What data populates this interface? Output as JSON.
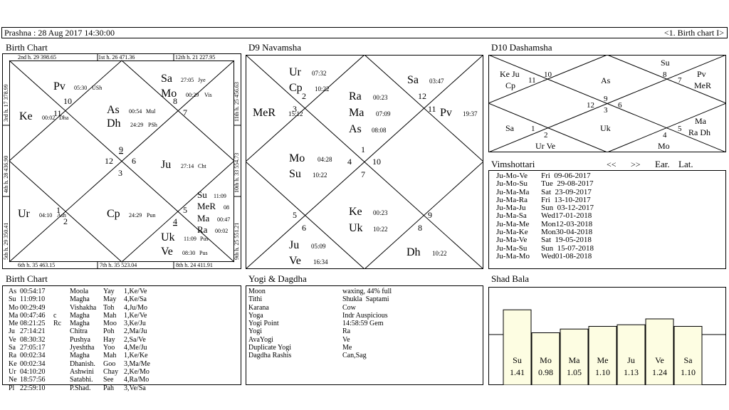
{
  "header": {
    "left": "Prashna :   28 Aug 2017  14:30:00",
    "right": "<1. Birth chart I>"
  },
  "panels": {
    "birth_chart": "Birth Chart",
    "d9": "D9 Navamsha",
    "d10": "D10 Dashamsha",
    "vimshottari": "Vimshottari",
    "birth_table": "Birth Chart",
    "yogi": "Yogi & Dagdha",
    "shadbala": "Shad Bala"
  },
  "vim_nav": {
    "prev": "<<",
    "next": ">>",
    "ear": "Ear.",
    "lat": "Lat."
  },
  "birth_chart": {
    "top": [
      "2nd h.  29  398.65",
      "1st h.  26  471.36",
      "12th h.  21  227.95"
    ],
    "bottom": [
      "6th h.  35  463.15",
      "7th h.  35  523.04",
      "8th h.  24  411.91"
    ],
    "left": [
      "3rd h.  17  378.99",
      "4th h.  28  436.90",
      "5th h.  29  350.41"
    ],
    "right": [
      "11th h.  25  456.63",
      "10th h.  33  554.73",
      "9th h.  25  551.21"
    ],
    "houses": [
      "10",
      "11",
      "9",
      "12",
      "3",
      "6",
      "8",
      "7",
      "1",
      "2",
      "4",
      "5"
    ],
    "planets": [
      {
        "name": "Pv",
        "deg": "05:30",
        "nak": "USh"
      },
      {
        "name": "Ke",
        "deg": "00:02",
        "nak": "Dha"
      },
      {
        "name": "As",
        "deg": "00:54",
        "nak": "Mul"
      },
      {
        "name": "Dh",
        "deg": "24:29",
        "nak": "PSh"
      },
      {
        "name": "Sa",
        "deg": "27:05",
        "nak": "Jye"
      },
      {
        "name": "Mo",
        "deg": "00:29",
        "nak": "Vis"
      },
      {
        "name": "Ju",
        "deg": "27:14",
        "nak": "Cht"
      },
      {
        "name": "Ur",
        "deg": "04:10",
        "nak": "Ash"
      },
      {
        "name": "Cp",
        "deg": "24:29",
        "nak": "Pun"
      },
      {
        "name": "Su",
        "deg": "11:09",
        "nak": ""
      },
      {
        "name": "MeR",
        "deg": "08",
        "nak": ""
      },
      {
        "name": "Ma",
        "deg": "00:47",
        "nak": ""
      },
      {
        "name": "Ra",
        "deg": "00:02",
        "nak": ""
      },
      {
        "name": "Uk",
        "deg": "11:09",
        "nak": "Pus"
      },
      {
        "name": "Ve",
        "deg": "08:30",
        "nak": "Pus"
      }
    ]
  },
  "d9": {
    "houses": [
      "2",
      "12",
      "3",
      "11",
      "1",
      "4",
      "10",
      "7",
      "5",
      "9",
      "6",
      "8"
    ],
    "planets": [
      {
        "name": "Ur",
        "deg": "07:32"
      },
      {
        "name": "Cp",
        "deg": "10:22"
      },
      {
        "name": "Sa",
        "deg": "03:47"
      },
      {
        "name": "Ra",
        "deg": "00:23"
      },
      {
        "name": "Ma",
        "deg": "07:09"
      },
      {
        "name": "As",
        "deg": "08:08"
      },
      {
        "name": "MeR",
        "deg": "15:12"
      },
      {
        "name": "Pv",
        "deg": "19:37"
      },
      {
        "name": "Mo",
        "deg": "04:28"
      },
      {
        "name": "Su",
        "deg": "10:22"
      },
      {
        "name": "Ke",
        "deg": "00:23"
      },
      {
        "name": "Uk",
        "deg": "10:22"
      },
      {
        "name": "Ju",
        "deg": "05:09"
      },
      {
        "name": "Ve",
        "deg": "16:34"
      },
      {
        "name": "Dh",
        "deg": "10:22"
      }
    ]
  },
  "d10": {
    "houses": [
      "10",
      "8",
      "11",
      "7",
      "9",
      "12",
      "6",
      "3",
      "1",
      "5",
      "2",
      "4"
    ],
    "labels": [
      "Ke Ju",
      "Cp",
      "Su",
      "As",
      "Pv",
      "MeR",
      "Sa",
      "Uk",
      "Ma",
      "Ra Dh",
      "Ur Ve",
      "Mo"
    ]
  },
  "vimshottari": [
    {
      "p": "Ju-Mo-Ve",
      "d": "Fri  09-06-2017"
    },
    {
      "p": "Ju-Mo-Su",
      "d": "Tue  29-08-2017"
    },
    {
      "p": "Ju-Ma-Ma",
      "d": "Sat  23-09-2017"
    },
    {
      "p": "Ju-Ma-Ra",
      "d": "Fri  13-10-2017"
    },
    {
      "p": "Ju-Ma-Ju",
      "d": "Sun  03-12-2017"
    },
    {
      "p": "Ju-Ma-Sa",
      "d": "Wed17-01-2018"
    },
    {
      "p": "Ju-Ma-Me",
      "d": "Mon12-03-2018"
    },
    {
      "p": "Ju-Ma-Ke",
      "d": "Mon30-04-2018"
    },
    {
      "p": "Ju-Ma-Ve",
      "d": "Sat  19-05-2018"
    },
    {
      "p": "Ju-Ma-Su",
      "d": "Sun  15-07-2018"
    },
    {
      "p": "Ju-Ma-Mo",
      "d": "Wed01-08-2018"
    }
  ],
  "birth_table": [
    {
      "a": "As",
      "b": "00:54:17",
      "c": "",
      "d": "Moola",
      "e": "Yay",
      "f": "1,Ke/Ve"
    },
    {
      "a": "Su",
      "b": "11:09:10",
      "c": "",
      "d": "Magha",
      "e": "May",
      "f": "4,Ke/Sa"
    },
    {
      "a": "Mo",
      "b": "00:29:49",
      "c": "",
      "d": "Vishakha",
      "e": "Toh",
      "f": "4,Ju/Mo"
    },
    {
      "a": "Ma",
      "b": "00:47:46",
      "c": "c",
      "d": "Magha",
      "e": "Mah",
      "f": "1,Ke/Ve"
    },
    {
      "a": "Me",
      "b": "08:21:25",
      "c": "Rc",
      "d": "Magha",
      "e": "Moo",
      "f": "3,Ke/Ju"
    },
    {
      "a": "Ju",
      "b": "27:14:21",
      "c": "",
      "d": "Chitra",
      "e": "Poh",
      "f": "2,Ma/Ju"
    },
    {
      "a": "Ve",
      "b": "08:30:32",
      "c": "",
      "d": "Pushya",
      "e": "Hay",
      "f": "2,Sa/Ve"
    },
    {
      "a": "Sa",
      "b": "27:05:17",
      "c": "",
      "d": "Jyeshtha",
      "e": "Yoo",
      "f": "4,Me/Ju"
    },
    {
      "a": "Ra",
      "b": "00:02:34",
      "c": "",
      "d": "Magha",
      "e": "Mah",
      "f": "1,Ke/Ke"
    },
    {
      "a": "Ke",
      "b": "00:02:34",
      "c": "",
      "d": "Dhanish.",
      "e": "Goo",
      "f": "3,Ma/Me"
    },
    {
      "a": "Ur",
      "b": "04:10:20",
      "c": "",
      "d": "Ashwini",
      "e": "Chay",
      "f": "2,Ke/Mo"
    },
    {
      "a": "Ne",
      "b": "18:57:56",
      "c": "",
      "d": "Satabhi.",
      "e": "See",
      "f": "4,Ra/Mo"
    },
    {
      "a": "Pl",
      "b": "22:59:10",
      "c": "",
      "d": "P.Shad.",
      "e": "Pah",
      "f": "3,Ve/Sa"
    }
  ],
  "yogi": [
    {
      "k": "Moon",
      "v": "waxing, 44% full"
    },
    {
      "k": "Tithi",
      "v": "Shukla  Saptami"
    },
    {
      "k": "Karana",
      "v": "Cow"
    },
    {
      "k": "Yoga",
      "v": "Indr Auspicious"
    },
    {
      "k": "Yogi Point",
      "v": "14:58:59 Gem"
    },
    {
      "k": "Yogi",
      "v": "Ra"
    },
    {
      "k": "AvaYogi",
      "v": "Ve"
    },
    {
      "k": "Duplicate Yogi",
      "v": "Me"
    },
    {
      "k": "Dagdha Rashis",
      "v": "Can,Sag"
    }
  ],
  "chart_data": {
    "type": "bar",
    "categories": [
      "Su",
      "Mo",
      "Ma",
      "Me",
      "Ju",
      "Ve",
      "Sa"
    ],
    "values": [
      1.41,
      0.98,
      1.05,
      1.1,
      1.13,
      1.24,
      1.1
    ],
    "labels": [
      "1.41",
      "0.98",
      "1.05",
      "1.10",
      "1.13",
      "1.24",
      "1.10"
    ],
    "ylim": [
      0,
      1.6
    ],
    "colors": {
      "bar": "#fdfde2",
      "stroke": "#000000"
    }
  }
}
